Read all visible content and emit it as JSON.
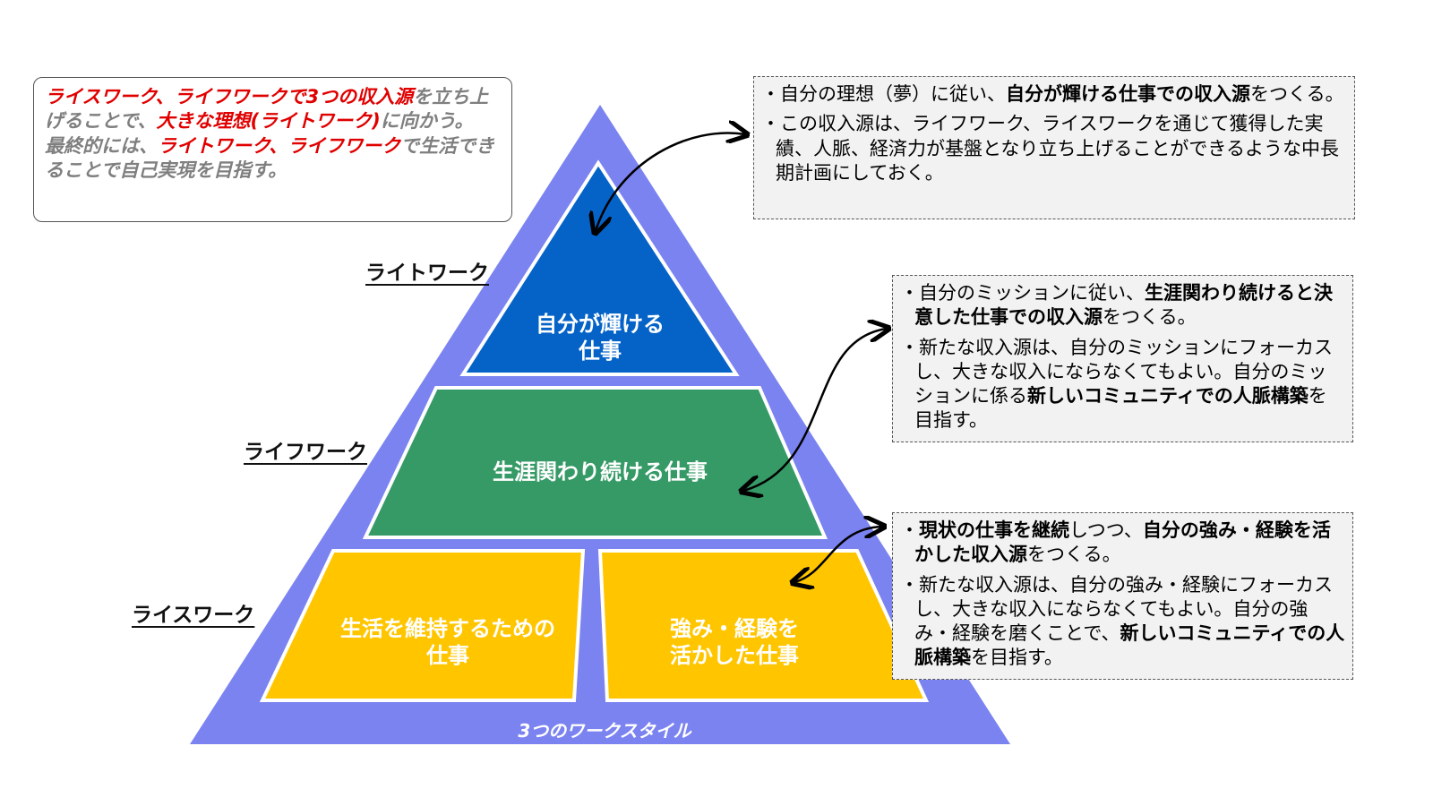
{
  "intro": {
    "line1_red": "ライスワーク、ライフワークで3つの収入源",
    "line1_rest": "を立ち上げることで、",
    "line2_red": "大きな理想(ライトワーク)",
    "line2_rest": "に向かう。",
    "line3_start": "最終的には、",
    "line3_red": "ライトワーク、ライフワーク",
    "line3_rest": "で生活できることで自己実現を目指す。"
  },
  "levels": {
    "top_label": "ライトワーク",
    "middle_label": "ライフワーク",
    "bottom_label": "ライスワーク"
  },
  "shapes": {
    "top": "自分が輝ける\n仕事",
    "middle": "生涯関わり続ける仕事",
    "bottom_left": "生活を維持するための\n仕事",
    "bottom_right": "強み・経験を\n活かした仕事"
  },
  "caption": "3つのワークスタイル",
  "notes": {
    "top": {
      "b1_pre": "・自分の理想（夢）に従い、",
      "b1_bold": "自分が輝ける仕事での収入源",
      "b1_post": "をつくる。",
      "b2": "・この収入源は、ライフワーク、ライスワークを通じて獲得した実績、人脈、経済力が基盤となり立ち上げることができるような中長期計画にしておく。"
    },
    "middle": {
      "b1_pre": "・自分のミッションに従い、",
      "b1_bold": "生涯関わり続けると決意した仕事での収入源",
      "b1_post": "をつくる。",
      "b2_pre": "・新たな収入源は、自分のミッションにフォーカスし、大きな収入にならなくてもよい。自分のミッションに係る",
      "b2_bold": "新しいコミュニティでの人脈構築",
      "b2_post": "を目指す。"
    },
    "bottom": {
      "b1_pre": "・",
      "b1_bold1": "現状の仕事を継続",
      "b1_mid": "しつつ、",
      "b1_bold2": "自分の強み・経験を活かした収入源",
      "b1_post": "をつくる。",
      "b2_pre": "・新たな収入源は、自分の強み・経験にフォーカスし、大きな収入にならなくてもよい。自分の強み・経験を磨くことで、",
      "b2_bold": "新しいコミュニティでの人脈構築",
      "b2_post": "を目指す。"
    }
  },
  "colors": {
    "outer": "#7b83f0",
    "top": "#0563c8",
    "middle": "#359a66",
    "bottom": "#ffc600"
  }
}
